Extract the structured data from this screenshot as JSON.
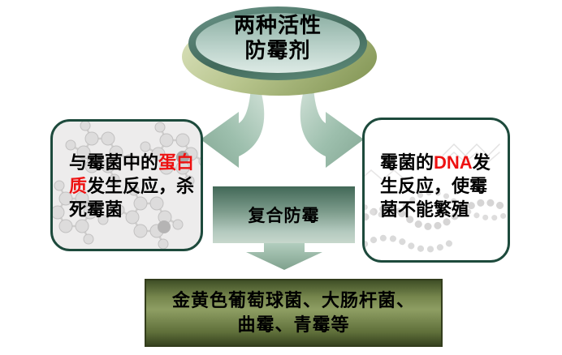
{
  "diagram": {
    "ellipse": {
      "line1": "两种活性",
      "line2": "防霉剂"
    },
    "left_box": {
      "l1a": "与霉菌中的",
      "l1b": "蛋白",
      "l2a": "质",
      "l2b": "发生反应，杀",
      "l3": "死霉菌"
    },
    "right_box": {
      "l1a": "霉菌的",
      "l1b": "DNA",
      "l1c": "发",
      "l2": "生反应，使霉",
      "l3": "菌不能繁殖"
    },
    "callout": {
      "label": "复合防霉"
    },
    "bottom_box": {
      "line1": "金黄色葡萄球菌、大肠杆菌、",
      "line2": "曲霉、青霉等"
    },
    "colors": {
      "box_border": "#1d4a3c",
      "red_text": "#ee1111",
      "arrow_light": "#c3d8cc",
      "arrow_dark": "#85a795",
      "callout_top": "#426857",
      "callout_bottom": "#c7d7cc",
      "bottom_box_light": "#8e9e63",
      "bottom_box_dark": "#3f4f26",
      "ellipse_olive": "#7e9150",
      "ellipse_teal_rim": "#41695b",
      "ellipse_teal_inner": "#b9d1c9"
    },
    "decorations": {
      "left_box_graphic": "molecule-ball-stick-graphic",
      "right_box_graphic": "dna-helix-graphic"
    }
  }
}
